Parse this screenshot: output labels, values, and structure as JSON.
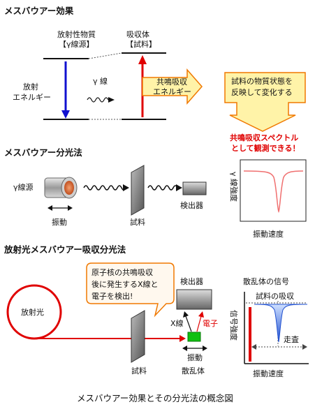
{
  "section1": {
    "title": "メスバウアー効果",
    "source_label_1": "放射性物質",
    "source_label_2": "【γ線源】",
    "absorber_label_1": "吸収体",
    "absorber_label_2": "【試料】",
    "emission_label_1": "放射",
    "emission_label_2": "エネルギー",
    "gamma_label": "γ 線",
    "resonance_box_1": "共鳴吸収",
    "resonance_box_2": "エネルギー",
    "state_box_1": "試料の物質状態を",
    "state_box_2": "反映して変化する",
    "spectrum_note_1": "共鳴吸収スペクトル",
    "spectrum_note_2": "として観測できる！"
  },
  "section2": {
    "title": "メスバウアー分光法",
    "source_label": "γ線源",
    "vibration_label": "振動",
    "sample_label": "試料",
    "detector_label": "検出器",
    "ylabel": "γ 線強度",
    "xlabel": "振動速度"
  },
  "section3": {
    "title": "放射光メスバウアー吸収分光法",
    "synchrotron_label": "放射光",
    "bubble_1": "原子核の共鳴吸収",
    "bubble_2": "後に発生するX線と",
    "bubble_3": "電子を検出!",
    "detector_label": "検出器",
    "xray_label": "X線",
    "electron_label": "電子",
    "vibration_label": "振動",
    "scatterer_label": "散乱体",
    "sample_label": "試料",
    "scatter_signal_label": "散乱体の信号",
    "sample_absorption_label": "試料の吸収",
    "scan_label": "走査",
    "ylabel": "信号強度",
    "xlabel": "振動速度"
  },
  "caption": "メスバウアー効果とその分光法の概念図",
  "colors": {
    "red": "#e00000",
    "blue": "#1010d0",
    "orange": "#f07800",
    "yellow_fill": "#fff3a8",
    "spectrum_pink": "#f07070",
    "green": "#10c010"
  }
}
